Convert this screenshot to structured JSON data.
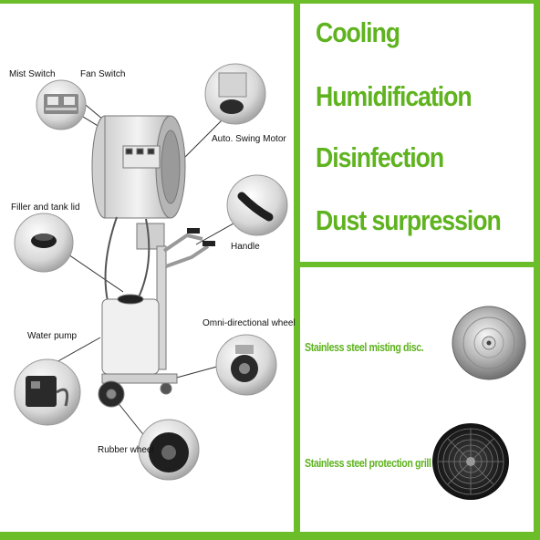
{
  "diagram": {
    "callouts": {
      "mist_switch": "Mist Switch",
      "fan_switch": "Fan Switch",
      "swing_motor": "Auto. Swing Motor",
      "filler_lid": "Filler and tank lid",
      "handle": "Handle",
      "water_pump": "Water pump",
      "omni_wheel": "Omni-directional wheel",
      "rubber_wheel": "Rubber wheel"
    }
  },
  "features": [
    "Cooling",
    "Humidification",
    "Disinfection",
    "Dust surpression"
  ],
  "parts": {
    "misting_disc": "Stainless steel  misting disc.",
    "protection_grill": "Stainless steel protection grill"
  },
  "colors": {
    "accent": "#6cbd2a",
    "text_green": "#5fb31f"
  }
}
